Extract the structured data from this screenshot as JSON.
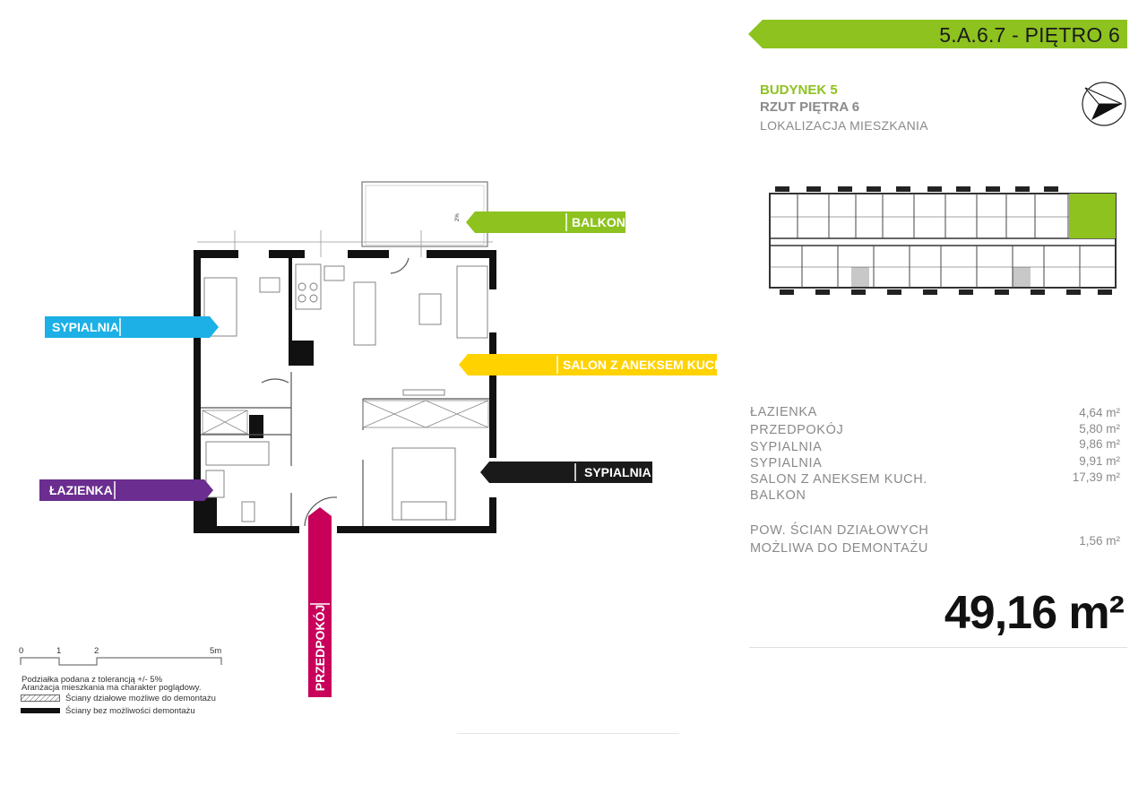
{
  "header": {
    "unit_code": "5.A.6.7",
    "separator": " - ",
    "floor_label": "PIĘTRO 6",
    "banner_color": "#8dc21f"
  },
  "info": {
    "building": "BUDYNEK 5",
    "floor_plan": "RZUT PIĘTRA 6",
    "location": "LOKALIZACJA MIESZKANIA"
  },
  "rooms": [
    {
      "name": "ŁAZIENKA",
      "area": "4,64 m²"
    },
    {
      "name": "PRZEDPOKÓJ",
      "area": "5,80 m²"
    },
    {
      "name": "SYPIALNIA",
      "area": "9,86 m²"
    },
    {
      "name": "SYPIALNIA",
      "area": "9,91 m²"
    },
    {
      "name": "SALON Z ANEKSEM KUCH.",
      "area": "17,39 m²"
    },
    {
      "name": "BALKON",
      "area": ""
    }
  ],
  "partition": {
    "line1": "POW. ŚCIAN DZIAŁOWYCH",
    "line2": "MOŻLIWA DO DEMONTAŻU",
    "area": "1,56 m²"
  },
  "total_area": "49,16 m²",
  "plan_labels": {
    "balkon": {
      "text": "BALKON",
      "color": "#8dc21f"
    },
    "sypialnia_left": {
      "text": "SYPIALNIA",
      "color": "#1cb0e6"
    },
    "salon": {
      "text": "SALON Z ANEKSEM KUCH.",
      "color": "#ffd200"
    },
    "lazienka": {
      "text": "ŁAZIENKA",
      "color": "#6b2d8f"
    },
    "sypialnia_right": {
      "text": "SYPIALNIA",
      "color": "#1a1a1a"
    },
    "przedpokoj": {
      "text": "PRZEDPOKÓJ",
      "color": "#c8005a"
    }
  },
  "scale": {
    "ticks": [
      "0",
      "1",
      "2",
      "5m"
    ],
    "note1": "Podziałka podana z tolerancją +/- 5%",
    "note2": "Aranżacja mieszkania ma charakter poglądowy.",
    "legend_removable": "Ściany działowe możliwe do demontażu",
    "legend_fixed": "Ściany bez możliwości demontażu"
  },
  "slope_mark": "2%",
  "icons": {
    "compass": "north-arrow-icon"
  }
}
